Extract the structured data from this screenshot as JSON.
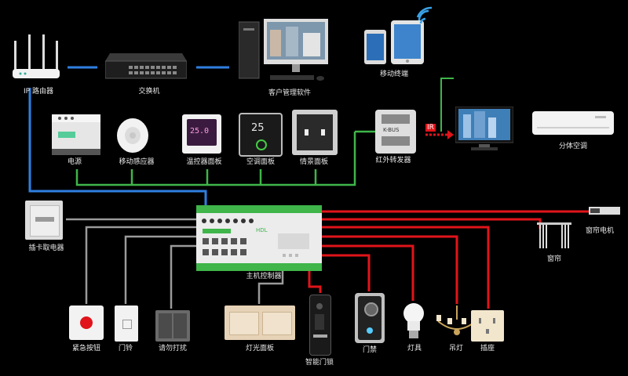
{
  "labels": {
    "router": "IP 路由器",
    "switch": "交换机",
    "pc": "客户管理软件",
    "mobile": "移动终端",
    "power": "电源",
    "sensor": "移动感应器",
    "thermostat": "温控器面板",
    "ac_panel": "空调面板",
    "scene_panel": "情景面板",
    "ir_module": "红外转发器",
    "ac_indoor": "分体空调",
    "card": "插卡取电器",
    "controller": "主机控制器",
    "curtain_motor": "窗帘电机",
    "curtain": "窗帘",
    "sos": "紧急按钮",
    "doorbell_btn": "门铃",
    "do_not_disturb": "请勿打扰",
    "light_panel": "灯光面板",
    "door_lock": "智能门锁",
    "intercom": "门禁",
    "bulb": "灯具",
    "chandelier": "吊灯",
    "socket": "插座"
  },
  "texts": {
    "ir_badge": "IR",
    "kbus": "K-BUS",
    "therm_temp": "25.0",
    "ac_temp": "25",
    "controller_model": "HDL"
  },
  "colors": {
    "bus_green": "#3fb54a",
    "ethernet_blue": "#2f7fe0",
    "relay_red": "#e0141a",
    "signal_gray": "#9a9a9a"
  }
}
